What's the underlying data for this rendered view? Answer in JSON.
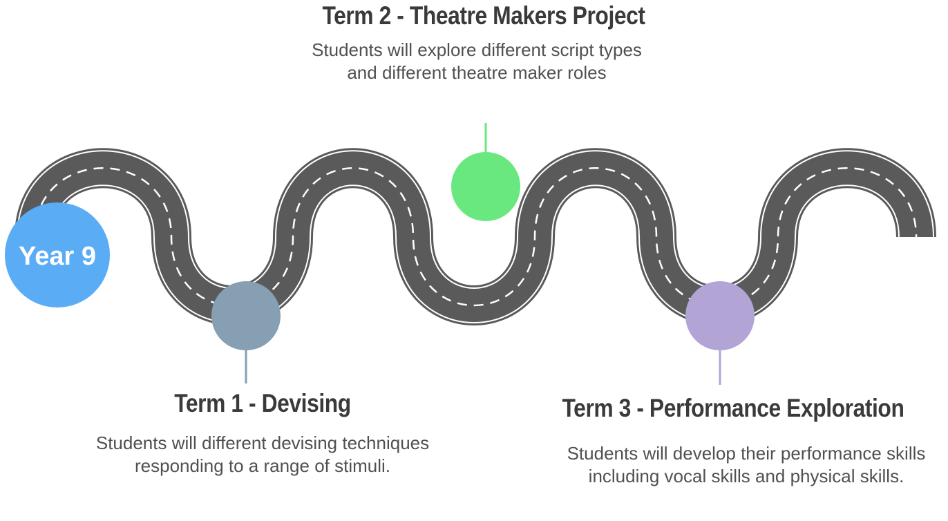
{
  "start": {
    "label": "Year 9",
    "color": "#5aacf5"
  },
  "colors": {
    "road": "#5a5a5a",
    "road_edge": "#ffffff",
    "road_dash": "#ffffff"
  },
  "milestones": [
    {
      "title": "Term 1 - Devising",
      "description": "Students will different devising techniques responding to a range of stimuli.",
      "color": "#869fb3"
    },
    {
      "title": "Term 2 - Theatre Makers Project",
      "description": "Students will explore different script types and different theatre maker roles",
      "color": "#69e87f"
    },
    {
      "title": "Term 3 - Performance Exploration",
      "description": "Students will develop their performance skills including vocal skills and physical skills.",
      "color": "#b3a4d6"
    }
  ]
}
